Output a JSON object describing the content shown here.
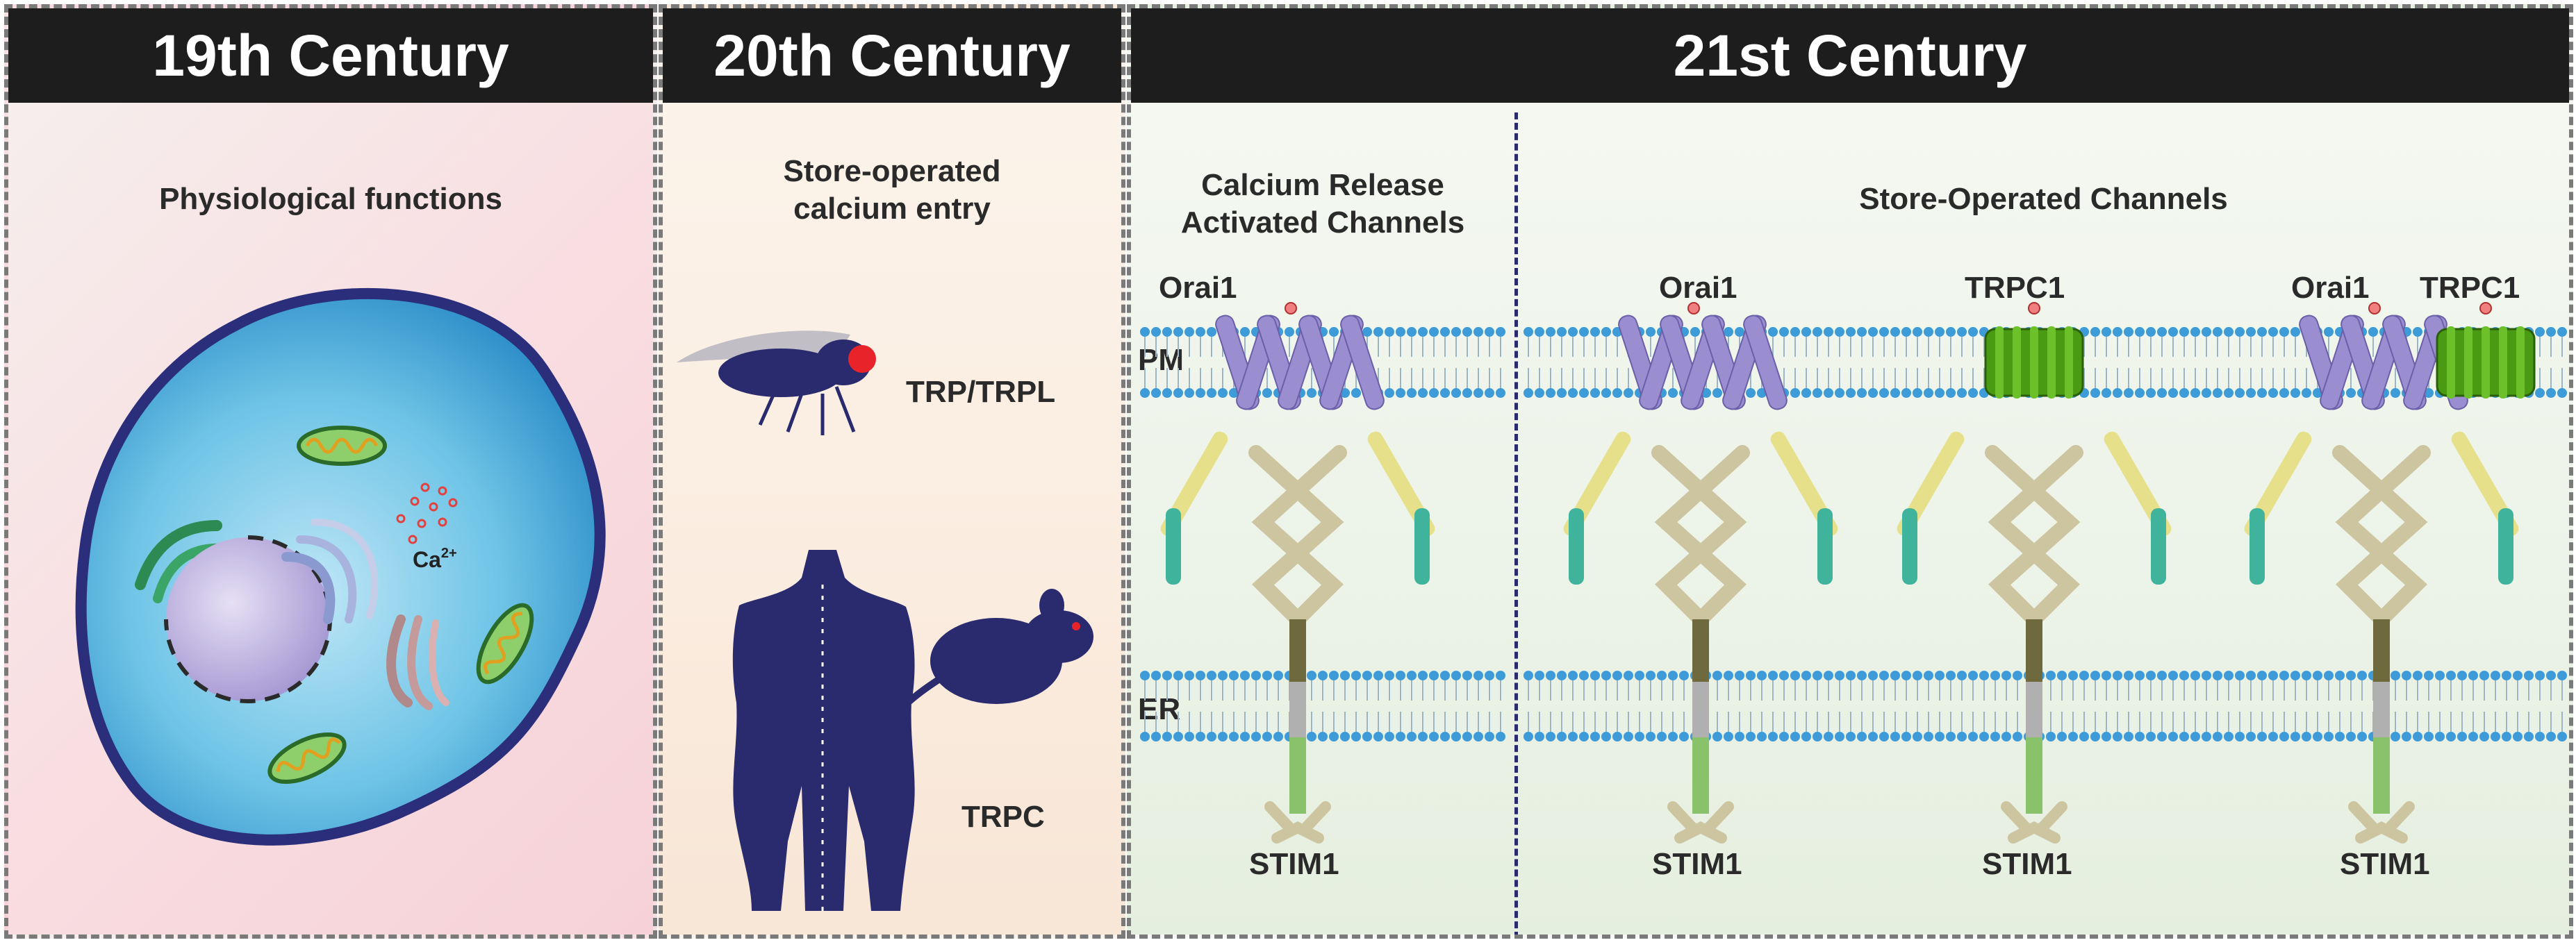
{
  "panels": [
    {
      "header": "19th Century",
      "subtitle": "Physiological functions",
      "ion_label": "Ca",
      "ion_charge": "2+"
    },
    {
      "header": "20th Century",
      "subtitle_line1": "Store-operated",
      "subtitle_line2": "calcium entry",
      "insect_label": "TRP/TRPL",
      "mammal_label": "TRPC"
    },
    {
      "header": "21st Century",
      "left_title_line1": "Calcium Release",
      "left_title_line2": "Activated Channels",
      "right_title": "Store-Operated Channels",
      "pm_label": "PM",
      "er_label": "ER",
      "orai_label": "Orai1",
      "trpc_label": "TRPC1",
      "stim_label": "STIM1"
    }
  ],
  "colors": {
    "header_bg": "#1d1d1d",
    "panel1_bg": "#f8dde1",
    "panel2_bg": "#fbeee2",
    "panel3_bg": "#eef4ea",
    "cell_fill": "#6ec4e6",
    "membrane_head": "#3d9bd8",
    "orai": "#9b8ed0",
    "trpc": "#4b9a14",
    "stim_cc": "#e7e08a",
    "stim_teal": "#3fb39c",
    "stim_lower": "#cdc5a0",
    "stim_dark": "#6f6a3e",
    "stim_tm": "#b0b0b0",
    "stim_green": "#89c26a",
    "dark_navy": "#2a2b6e"
  },
  "icons": [
    "cell-icon",
    "nucleus-icon",
    "mitochondrion-icon",
    "golgi-icon",
    "fly-icon",
    "human-silhouette-icon",
    "rat-icon",
    "lipid-bilayer-icon",
    "orai1-channel-icon",
    "trpc1-channel-icon",
    "stim1-protein-icon"
  ]
}
